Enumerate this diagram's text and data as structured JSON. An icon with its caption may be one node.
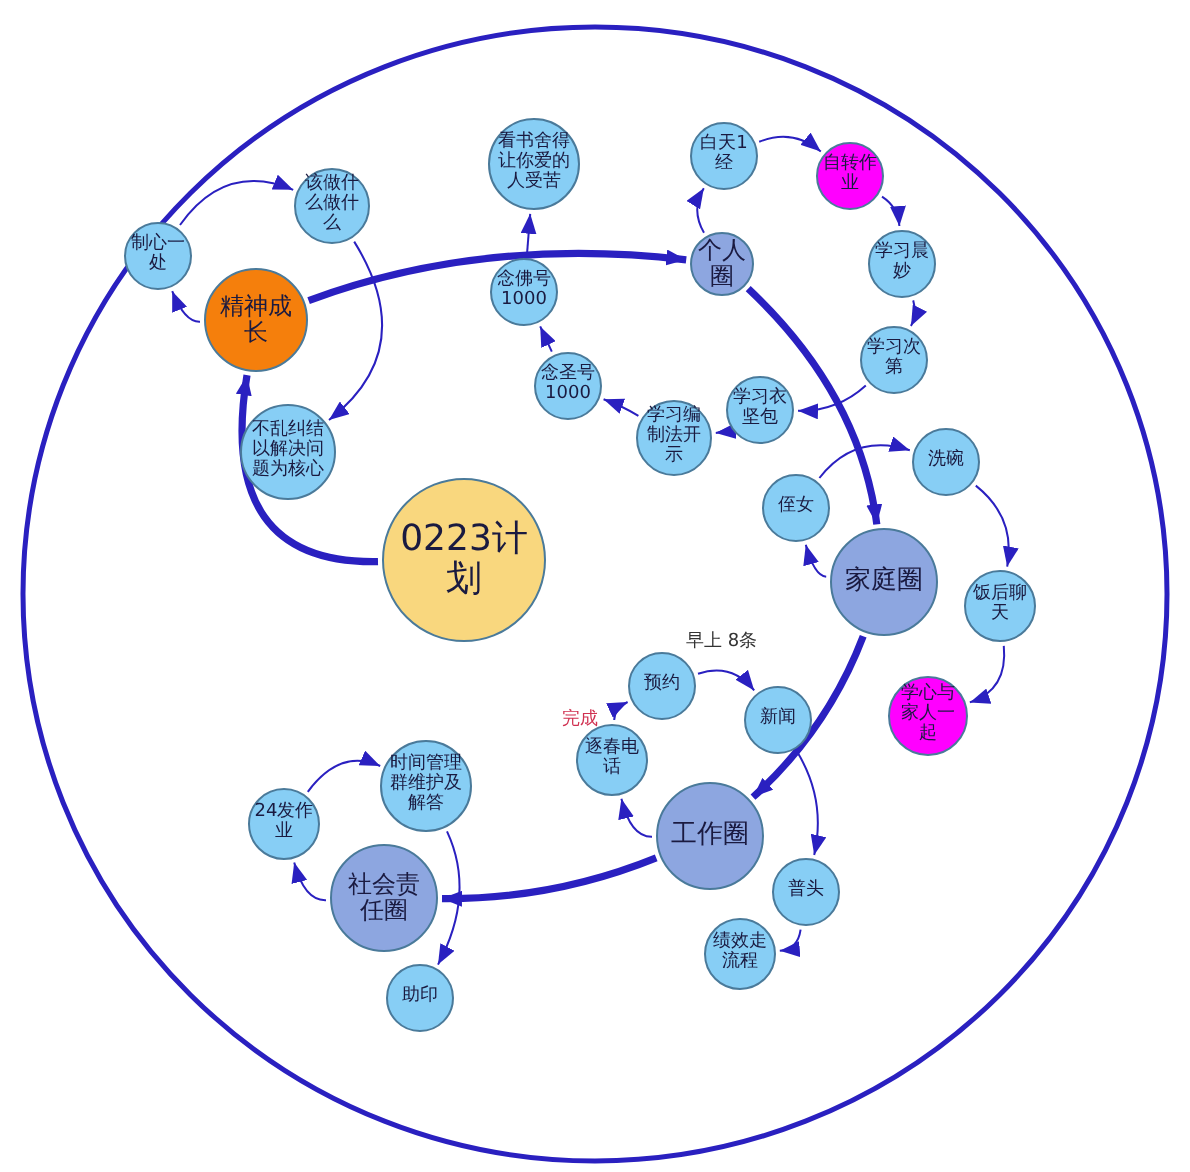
{
  "diagram": {
    "nodes": [
      {
        "text": [],
        "shape": "circle"
      },
      {
        "text": [
          "0223计划"
        ],
        "in": 0
      },
      {
        "text": [
          "精神成长"
        ],
        "in": 0
      },
      {
        "text": [
          "制心一处"
        ],
        "in": 0
      },
      {
        "text": [
          "该做什么做什么"
        ],
        "in": 0
      },
      {
        "text": [
          "不乱纠结以解决问题为核心"
        ],
        "in": 0
      },
      {
        "text": [
          "个人圈"
        ],
        "in": 0
      },
      {
        "text": [
          "看书舍得让你爱的人受苦"
        ],
        "in": 0
      },
      {
        "text": [
          "念佛号1000"
        ],
        "in": 0
      },
      {
        "text": [
          "念圣号1000"
        ],
        "in": 0
      },
      {
        "text": [
          "学习编制法开示"
        ],
        "in": 0
      },
      {
        "text": [
          "学习衣坚包"
        ],
        "in": 0
      },
      {
        "text": [
          "学习次第"
        ],
        "in": 0
      },
      {
        "text": [
          "学习晨妙"
        ],
        "in": 0
      },
      {
        "text": [
          "自转作业"
        ],
        "in": 0
      },
      {
        "text": [
          "白天1经"
        ],
        "in": 0
      },
      {
        "text": [
          "家庭圈"
        ],
        "in": 0
      },
      {
        "text": [
          "侄女"
        ],
        "in": 0
      },
      {
        "text": [
          "洗碗"
        ],
        "in": 0
      },
      {
        "text": [
          "饭后聊天"
        ],
        "in": 0
      },
      {
        "text": [
          "学心与家人一起"
        ],
        "in": 0
      },
      {
        "text": [
          "工作圈"
        ],
        "in": 0
      },
      {
        "text": [
          "预约"
        ],
        "in": 0
      },
      {
        "text": [
          "新闻"
        ],
        "in": 0
      },
      {
        "text": [
          "普头"
        ],
        "in": 0
      },
      {
        "text": [
          "绩效走流程"
        ],
        "in": 0
      },
      {
        "text": [
          "逐春电话"
        ],
        "beside": [
          "完成"
        ],
        "in": 0
      },
      {
        "text": [
          "社会责任圈"
        ],
        "in": 0
      },
      {
        "text": [
          "24发作业"
        ],
        "in": 0
      },
      {
        "text": [
          "时间管理群维护及解答"
        ],
        "in": 0
      },
      {
        "text": [
          "助印"
        ],
        "in": 0
      }
    ],
    "edges": [
      {
        "from": 1,
        "to": 2,
        "arrow": "to",
        "style": "thick"
      },
      {
        "from": 2,
        "to": 6,
        "arrow": "to",
        "style": "thick"
      },
      {
        "from": 6,
        "to": 16,
        "arrow": "to",
        "style": "thick"
      },
      {
        "from": 16,
        "to": 21,
        "arrow": "to",
        "style": "thick"
      },
      {
        "from": 21,
        "to": 27,
        "arrow": "to",
        "style": "thick"
      },
      {
        "from": 2,
        "to": 3,
        "arrow": "to"
      },
      {
        "from": 3,
        "to": 4,
        "arrow": "to"
      },
      {
        "from": 4,
        "to": 5,
        "arrow": "to"
      },
      {
        "from": 6,
        "to": 15,
        "arrow": "to"
      },
      {
        "from": 15,
        "to": 14,
        "arrow": "to"
      },
      {
        "from": 14,
        "to": 13,
        "arrow": "to"
      },
      {
        "from": 13,
        "to": 12,
        "arrow": "to"
      },
      {
        "from": 12,
        "to": 11,
        "arrow": "to"
      },
      {
        "from": 11,
        "to": 10,
        "arrow": "to"
      },
      {
        "from": 10,
        "to": 9,
        "arrow": "to"
      },
      {
        "from": 9,
        "to": 8,
        "arrow": "to"
      },
      {
        "from": 8,
        "to": 7,
        "arrow": "to"
      },
      {
        "from": 16,
        "to": 17,
        "arrow": "to"
      },
      {
        "from": 17,
        "to": 18,
        "arrow": "to"
      },
      {
        "from": 18,
        "to": 19,
        "arrow": "to"
      },
      {
        "from": 19,
        "to": 20,
        "arrow": "to"
      },
      {
        "from": 21,
        "to": 26,
        "arrow": "to"
      },
      {
        "from": 26,
        "to": 22,
        "arrow": "to"
      },
      {
        "from": 22,
        "to": 23,
        "arrow": "to"
      },
      {
        "from": 23,
        "to": 24,
        "arrow": "to"
      },
      {
        "from": 24,
        "to": 25,
        "arrow": "to"
      },
      {
        "from": 27,
        "to": 28,
        "arrow": "to"
      },
      {
        "from": 28,
        "to": 29,
        "arrow": "to"
      },
      {
        "from": 29,
        "to": 30,
        "arrow": "to"
      }
    ],
    "labels": [
      "早上 8条"
    ]
  }
}
